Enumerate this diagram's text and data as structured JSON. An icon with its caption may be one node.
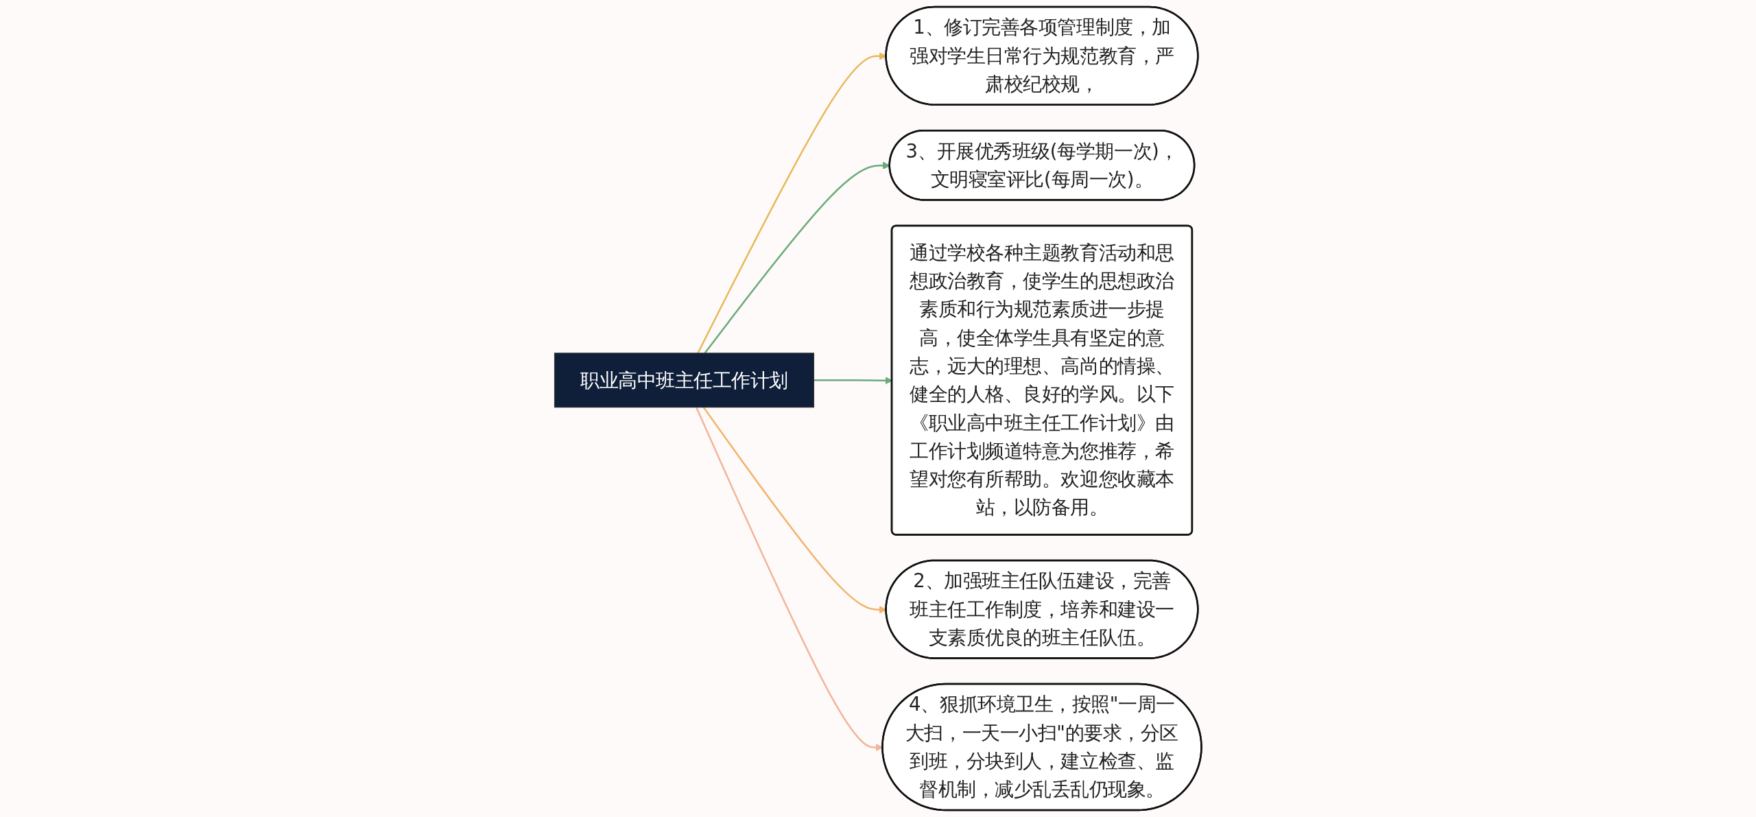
{
  "diagram": {
    "nodes": [
      {
        "text": [
          "职业高中班主任工作计划"
        ]
      },
      {
        "text": [
          "1、修订完善各项管理制度，加强对学生日常行为规范教育，严肃校纪校规，"
        ]
      },
      {
        "text": [
          "3、开展优秀班级(每学期一次)，文明寝室评比(每周一次)。"
        ]
      },
      {
        "text": [
          "通过学校各种主题教育活动和思想政治教育，使学生的思想政治素质和行为规范素质进一步提高，使全体学生具有坚定的意志，远大的理想、高尚的情操、健全的人格、良好的学风。以下《职业高中班主任工作计划》由工作计划频道特意为您推荐，希望对您有所帮助。欢迎您收藏本站，以防备用。"
        ]
      },
      {
        "text": [
          "2、加强班主任队伍建设，完善班主任工作制度，培养和建设一支素质优良的班主任队伍。"
        ]
      },
      {
        "text": [
          "4、狠抓环境卫生，按照\"一周一大扫，一天一小扫\"的要求，分区到班，分块到人，建立检查、监督机制，减少乱丢乱仍现象。"
        ]
      }
    ],
    "edges": [
      {
        "from": 0,
        "to": 1,
        "arrow": "to",
        "color": "#e8b85a"
      },
      {
        "from": 0,
        "to": 2,
        "arrow": "to",
        "color": "#6aaa7a"
      },
      {
        "from": 0,
        "to": 3,
        "arrow": "to",
        "color": "#6aaa7a"
      },
      {
        "from": 0,
        "to": 4,
        "arrow": "to",
        "color": "#f0b46a"
      },
      {
        "from": 0,
        "to": 5,
        "arrow": "to",
        "color": "#f2b49a"
      }
    ]
  }
}
